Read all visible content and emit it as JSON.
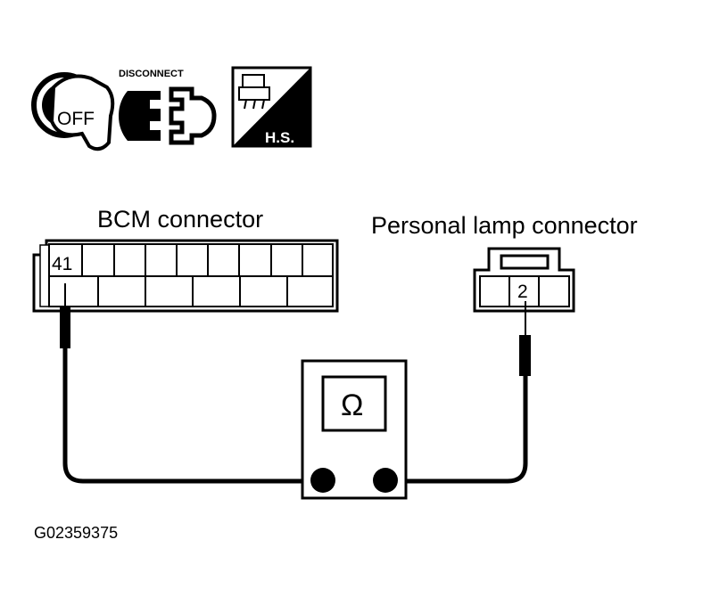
{
  "icons": {
    "ignition": {
      "label": "OFF"
    },
    "disconnect": {
      "label": "DISCONNECT"
    },
    "harness_side": {
      "label": "H.S."
    }
  },
  "bcm_connector": {
    "title": "BCM connector",
    "pin": "41"
  },
  "personal_lamp_connector": {
    "title": "Personal lamp connector",
    "pin": "2"
  },
  "ohmmeter": {
    "symbol": "Ω"
  },
  "figure_code": "G02359375"
}
